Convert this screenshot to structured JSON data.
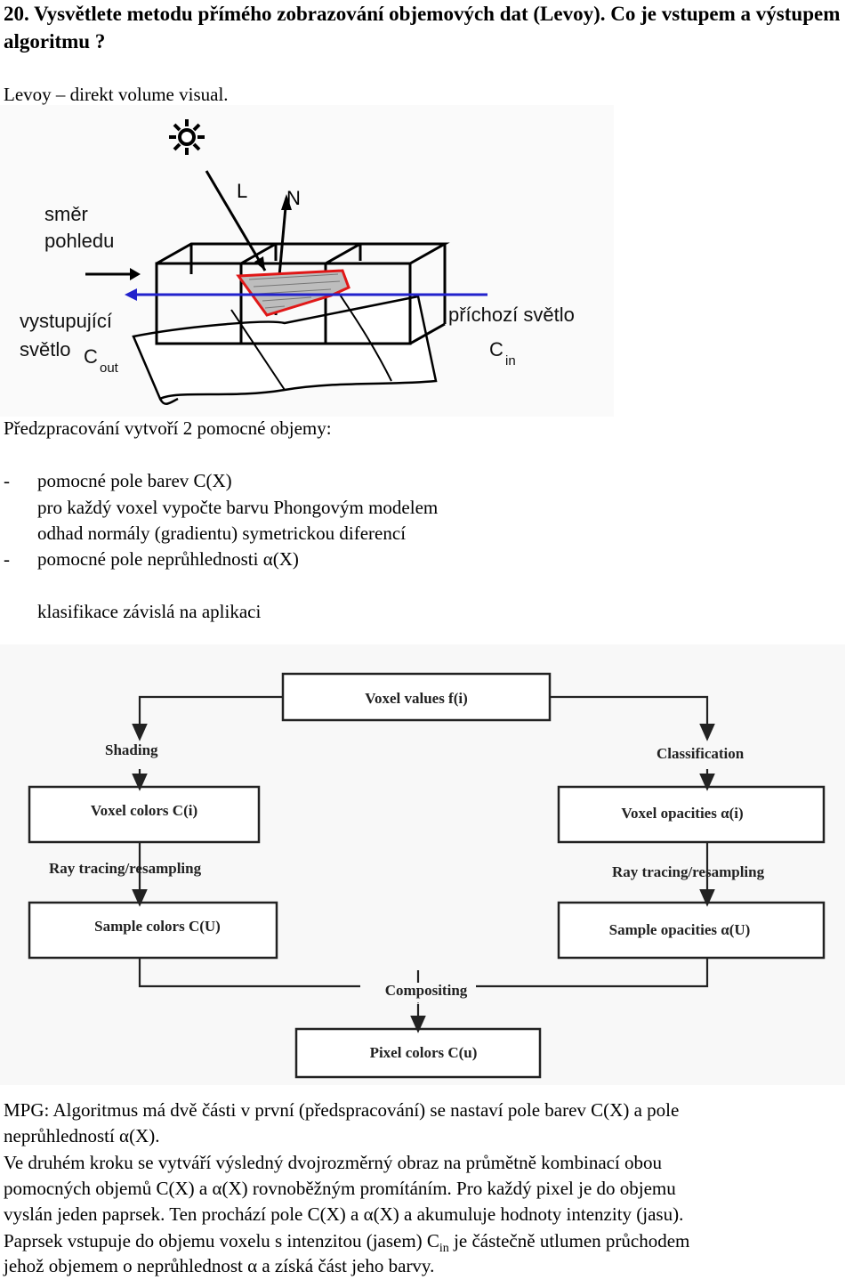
{
  "heading": "20. Vysvětlete metodu přímého zobrazování objemových dat (Levoy). Co je vstupem a výstupem algoritmu ?",
  "intro": "Levoy – direkt volume visual.",
  "figure1": {
    "label_L": "L",
    "label_N": "N",
    "view_direction": [
      "směr",
      "pohledu"
    ],
    "outgoing_light": [
      "vystupující",
      "světlo"
    ],
    "c_out_main": "C",
    "c_out_sub": "out",
    "incoming_light": "příchozí světlo",
    "c_in_main": "C",
    "c_in_sub": "in"
  },
  "preprocessing_title": "Předzpracování vytvoří 2 pomocné objemy:",
  "items": {
    "dash": "-",
    "colors_title": "pomocné pole barev C(X)",
    "colors_line1": "pro každý voxel vypočte barvu Phongovým modelem",
    "colors_line2": "odhad normály (gradientu) symetrickou diferencí",
    "opacity_title": "pomocné pole neprůhlednosti α(X)",
    "opacity_note": "klasifikace závislá na aplikaci"
  },
  "flowchart": {
    "voxel_values": "Voxel values f(i)",
    "shading": "Shading",
    "classification": "Classification",
    "voxel_colors": "Voxel colors C(i)",
    "voxel_opacities": "Voxel opacities α(i)",
    "ray_tracing_left": "Ray tracing/resampling",
    "ray_tracing_right": "Ray tracing/resampling",
    "sample_colors": "Sample colors C(U)",
    "sample_opacities": "Sample opacities α(U)",
    "compositing": "Compositing",
    "pixel_colors": "Pixel colors C(u)"
  },
  "summary": {
    "line1": "MPG: Algoritmus má dvě části v první (předspracování) se nastaví pole barev C(X) a pole",
    "line2": "neprůhledností α(X).",
    "line3": "Ve druhém kroku se vytváří výsledný dvojrozměrný obraz na průmětně kombinací obou",
    "line4": "pomocných objemů C(X) a α(X) rovnoběžným promítáním. Pro každý pixel je do objemu",
    "line5": "vyslán jeden paprsek. Ten prochází pole C(X) a α(X) a akumuluje hodnoty intenzity (jasu).",
    "line6_a": "Paprsek vstupuje do objemu voxelu s intenzitou (jasem) C",
    "line6_sub": "in",
    "line6_b": " je částečně utlumen průchodem",
    "line7": "jehož objemem o neprůhlednost α a získá část jeho barvy."
  }
}
